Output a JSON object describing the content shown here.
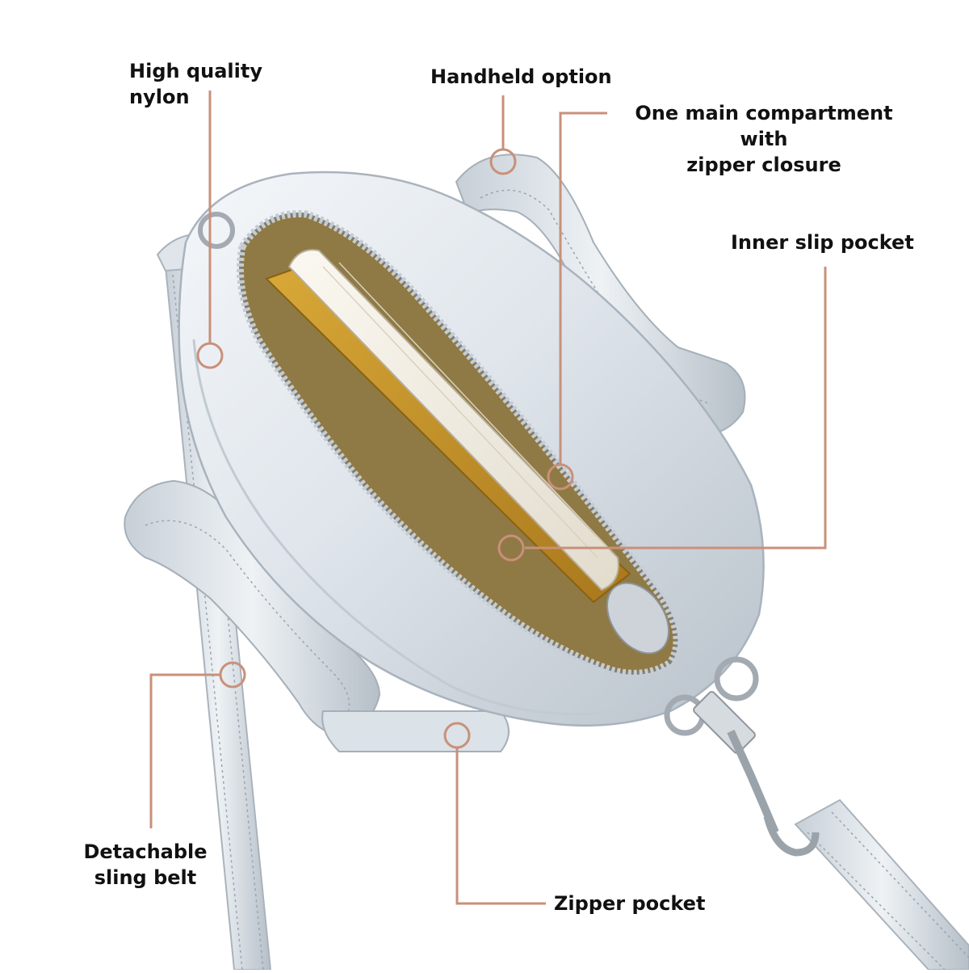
{
  "colors": {
    "background": "#ffffff",
    "callout_line": "#c9907a",
    "label_text": "#111111",
    "bag_silver": "#d5dde5",
    "bag_highlight": "#f3f6f9",
    "bag_shadow": "#a9b3bd",
    "zipper_metal": "#9aa1a8",
    "book_cover": "#c8962a",
    "book_pages": "#f1ece2"
  },
  "callouts": {
    "high_quality_nylon": "High quality nylon",
    "handheld_option": "Handheld option",
    "main_compartment": "One main compartment with\nzipper closure",
    "inner_slip_pocket": "Inner slip pocket",
    "detachable_sling_belt": "Detachable\nsling belt",
    "zipper_pocket": "Zipper pocket"
  },
  "icons": {
    "callout_marker": "ring-marker-icon",
    "brand_tag": "zipper-pull-tag-icon",
    "clasp": "lobster-clasp-icon"
  }
}
